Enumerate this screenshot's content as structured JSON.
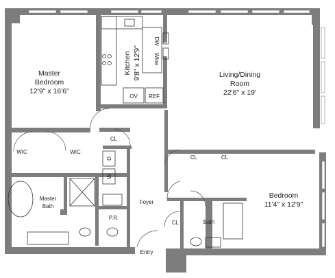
{
  "rooms": {
    "master_bedroom": {
      "name_line1": "Master",
      "name_line2": "Bedroom",
      "dims": "12'9\" x 16'6\""
    },
    "kitchen": {
      "name": "Kitchen",
      "dims": "9'8\" x 12'9\""
    },
    "living_dining": {
      "name_line1": "Living/Dining",
      "name_line2": "Room",
      "dims": "22'6\" x 19'"
    },
    "bedroom": {
      "name": "Bedroom",
      "dims": "11'4\" x 12'9\""
    },
    "master_bath": {
      "name_line1": "Master",
      "name_line2": "Bath"
    },
    "foyer": {
      "name": "Foyer"
    },
    "bath": {
      "name": "Bath"
    },
    "powder_room": {
      "name": "P.R."
    },
    "entry": {
      "name": "Entry"
    }
  },
  "fixtures": {
    "dw": "DW",
    "wine": "Wine",
    "ov": "OV",
    "ref": "REF",
    "closet": "CL",
    "walk_in_closet": "WIC",
    "dryer": "D",
    "washer": "W"
  },
  "colors": {
    "wall": "#7d7d7d",
    "window": "#ffffff",
    "fixture_line": "#333333"
  }
}
